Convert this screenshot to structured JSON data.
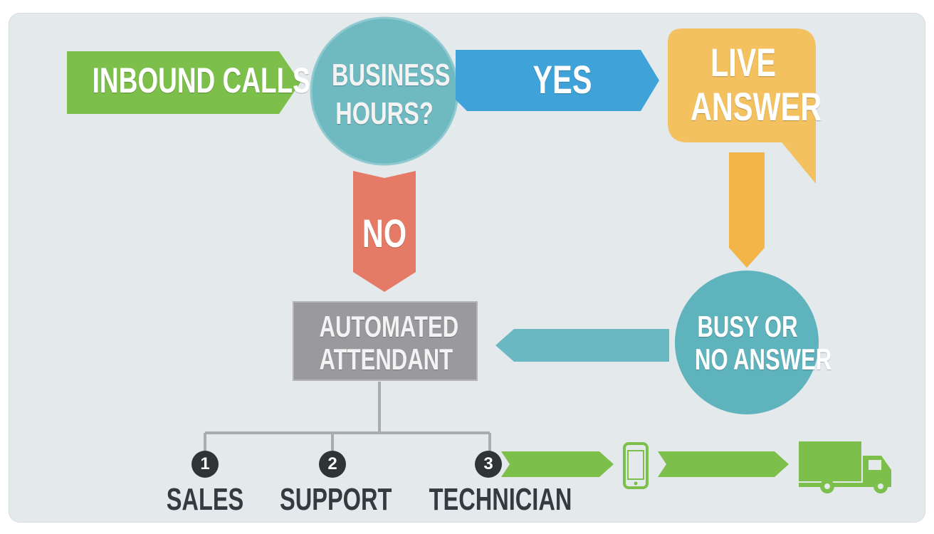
{
  "nodes": {
    "inbound_calls": "INBOUND CALLS",
    "business_hours_line1": "BUSINESS",
    "business_hours_line2": "HOURS?",
    "yes": "YES",
    "live_answer_line1": "LIVE",
    "live_answer_line2": "ANSWER",
    "no": "NO",
    "automated_attendant_line1": "AUTOMATED",
    "automated_attendant_line2": "ATTENDANT",
    "busy_line1": "BUSY OR",
    "busy_line2": "NO ANSWER"
  },
  "options": [
    {
      "number": "1",
      "label": "SALES"
    },
    {
      "number": "2",
      "label": "SUPPORT"
    },
    {
      "number": "3",
      "label": "TECHNICIAN"
    }
  ],
  "icons": [
    "mobile-phone-icon",
    "delivery-truck-icon"
  ],
  "colors": {
    "green": "#7cbf4b",
    "teal": "#5fb3bd",
    "blue": "#3fa3d9",
    "orange": "#f3c15f",
    "red": "#e57b66",
    "gray": "#9a9a9e",
    "dark": "#2f3437"
  }
}
